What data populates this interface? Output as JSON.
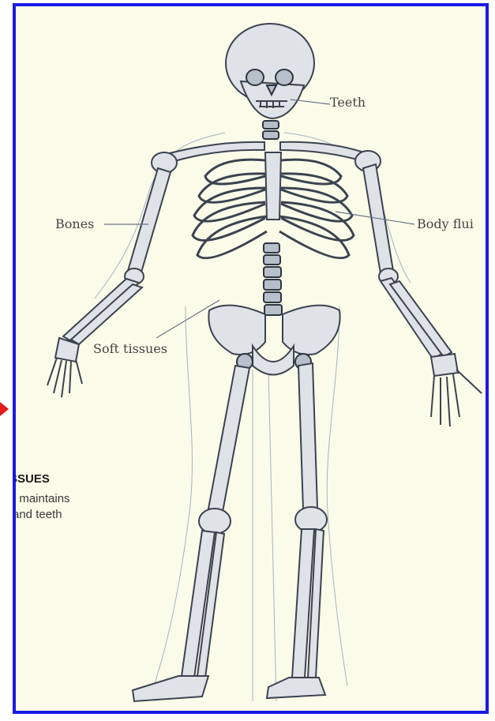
{
  "labels": {
    "teeth": "Teeth",
    "bones": "Bones",
    "body_fluids": "Body flui",
    "soft_tissues": "Soft tissues"
  },
  "side_text": {
    "heading": "SSUES",
    "line1": "f maintains",
    "line2": "and teeth"
  },
  "colors": {
    "frame_border": "#1a1ae6",
    "background": "#fbfbe9",
    "pointer": "#e31b1b",
    "bone_fill": "#dfe3e8",
    "bone_stroke": "#3b4350"
  }
}
